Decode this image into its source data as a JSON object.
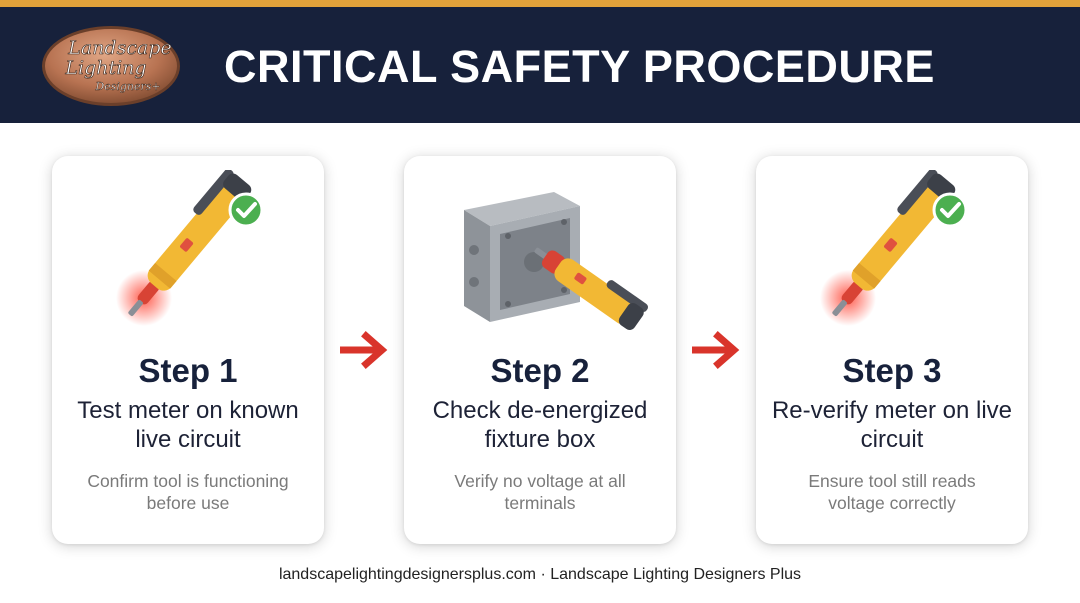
{
  "header": {
    "title": "CRITICAL SAFETY PROCEDURE",
    "logo": {
      "line1": "Landscape",
      "line2": "Lighting",
      "line3": "Designers+",
      "color_bg": "#b87352"
    }
  },
  "colors": {
    "accent_stripe": "#e2a23a",
    "header_bg": "#17213b",
    "arrow": "#d9342b",
    "check": "#4caf50"
  },
  "steps": [
    {
      "title": "Step 1",
      "heading": "Test meter on known live circuit",
      "description": "Confirm tool is functioning before use",
      "icon": "voltage-tester-check-icon"
    },
    {
      "title": "Step 2",
      "heading": "Check de-energized fixture box",
      "description": "Verify no voltage at all terminals",
      "icon": "junction-box-tester-icon"
    },
    {
      "title": "Step 3",
      "heading": "Re-verify meter on live circuit",
      "description": "Ensure tool still reads voltage correctly",
      "icon": "voltage-tester-check-icon"
    }
  ],
  "footer": {
    "text": "landscapelightingdesignersplus.com · Landscape Lighting Designers Plus"
  }
}
